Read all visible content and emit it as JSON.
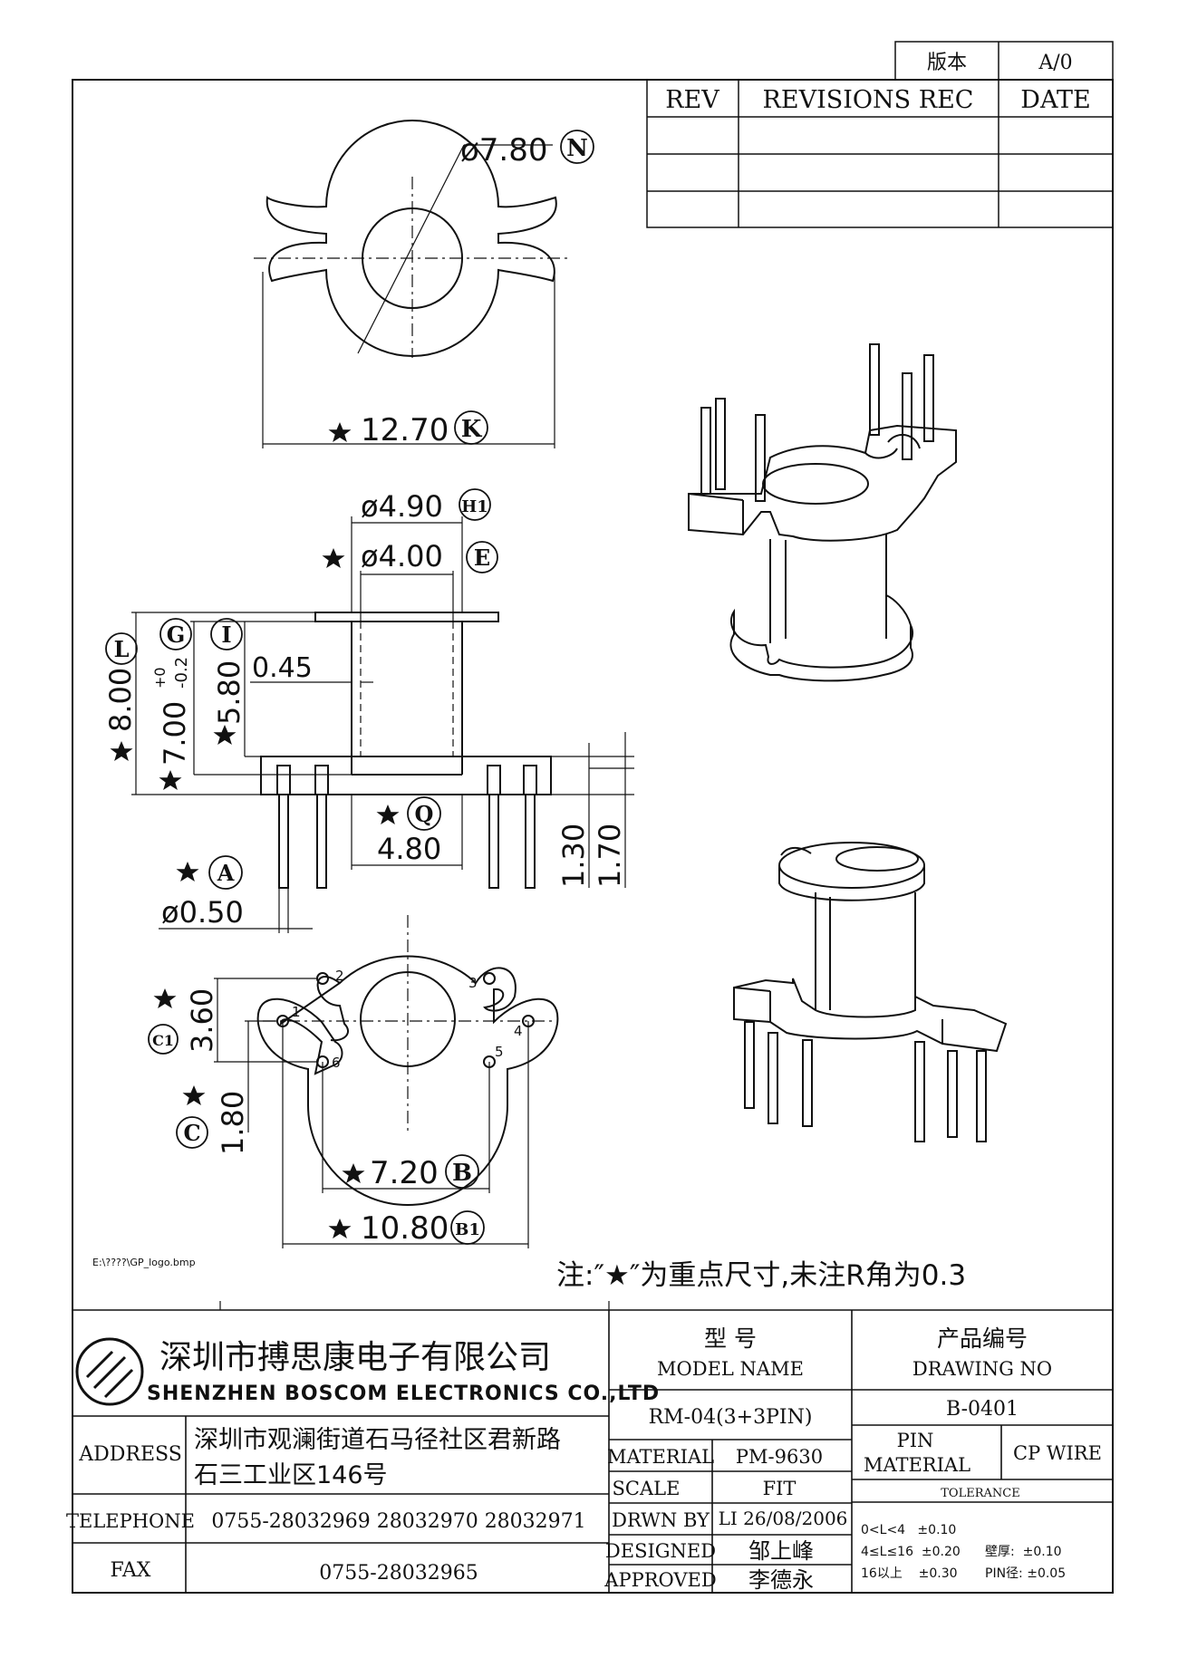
{
  "version_box": {
    "label": "版本",
    "value": "A/0"
  },
  "revision_table": {
    "headers": [
      "REV",
      "REVISIONS REC",
      "DATE"
    ]
  },
  "dimensions": {
    "n": "ø7.80",
    "k": "12.70",
    "h1": "ø4.90",
    "e": "ø4.00",
    "l": "8.00",
    "g": "7.00",
    "g_tol_top": "+0",
    "g_tol_bot": "-0.2",
    "i": "5.80",
    "wall": "0.45",
    "q": "4.80",
    "h130": "1.30",
    "h170": "1.70",
    "a": "ø0.50",
    "c1": "3.60",
    "c": "1.80",
    "b": "7.20",
    "b1": "10.80"
  },
  "circle_labels": {
    "n": "N",
    "k": "K",
    "h1": "H1",
    "e": "E",
    "l": "L",
    "g": "G",
    "i": "I",
    "q": "Q",
    "a": "A",
    "c1": "C1",
    "c": "C",
    "b": "B",
    "b1": "B1"
  },
  "pin_numbers": [
    "1",
    "2",
    "3",
    "4",
    "5",
    "6"
  ],
  "logo_path": "E:\\????\\GP_logo.bmp",
  "note": "注:″★″为重点尺寸,未注R角为0.3",
  "company": {
    "name_cn": "深圳市搏思康电子有限公司",
    "name_en": "SHENZHEN BOSCOM ELECTRONICS CO.,LTD"
  },
  "title_block": {
    "model_label_cn": "型      号",
    "model_label_en": "MODEL NAME",
    "drawing_label_cn": "产品编号",
    "drawing_label_en": "DRAWING NO",
    "model_value": "RM-04(3+3PIN)",
    "drawing_value": "B-0401",
    "address_label": "ADDRESS",
    "address_line1": "深圳市观澜街道石马径社区君新路",
    "address_line2": "石三工业区146号",
    "telephone_label": "TELEPHONE",
    "telephone_value": "0755-28032969 28032970 28032971",
    "fax_label": "FAX",
    "fax_value": "0755-28032965",
    "material_label": "MATERIAL",
    "material_value": "PM-9630",
    "scale_label": "SCALE",
    "scale_value": "FIT",
    "drawn_label": "DRWN BY",
    "drawn_value": "LI 26/08/2006",
    "designed_label": "DESIGNED",
    "designed_value": "邹上峰",
    "approved_label": "APPROVED",
    "approved_value": "李德永",
    "pin_material_label_1": "PIN",
    "pin_material_label_2": "MATERIAL",
    "pin_material_value": "CP WIRE",
    "tolerance_label": "TOLERANCE",
    "tol_row1": "0<L<4   ±0.10",
    "tol_row2": "4≤L≤16  ±0.20",
    "tol_row3": "16以上    ±0.30",
    "tol_wall": "壁厚:  ±0.10",
    "tol_pin": "PIN径: ±0.05"
  }
}
